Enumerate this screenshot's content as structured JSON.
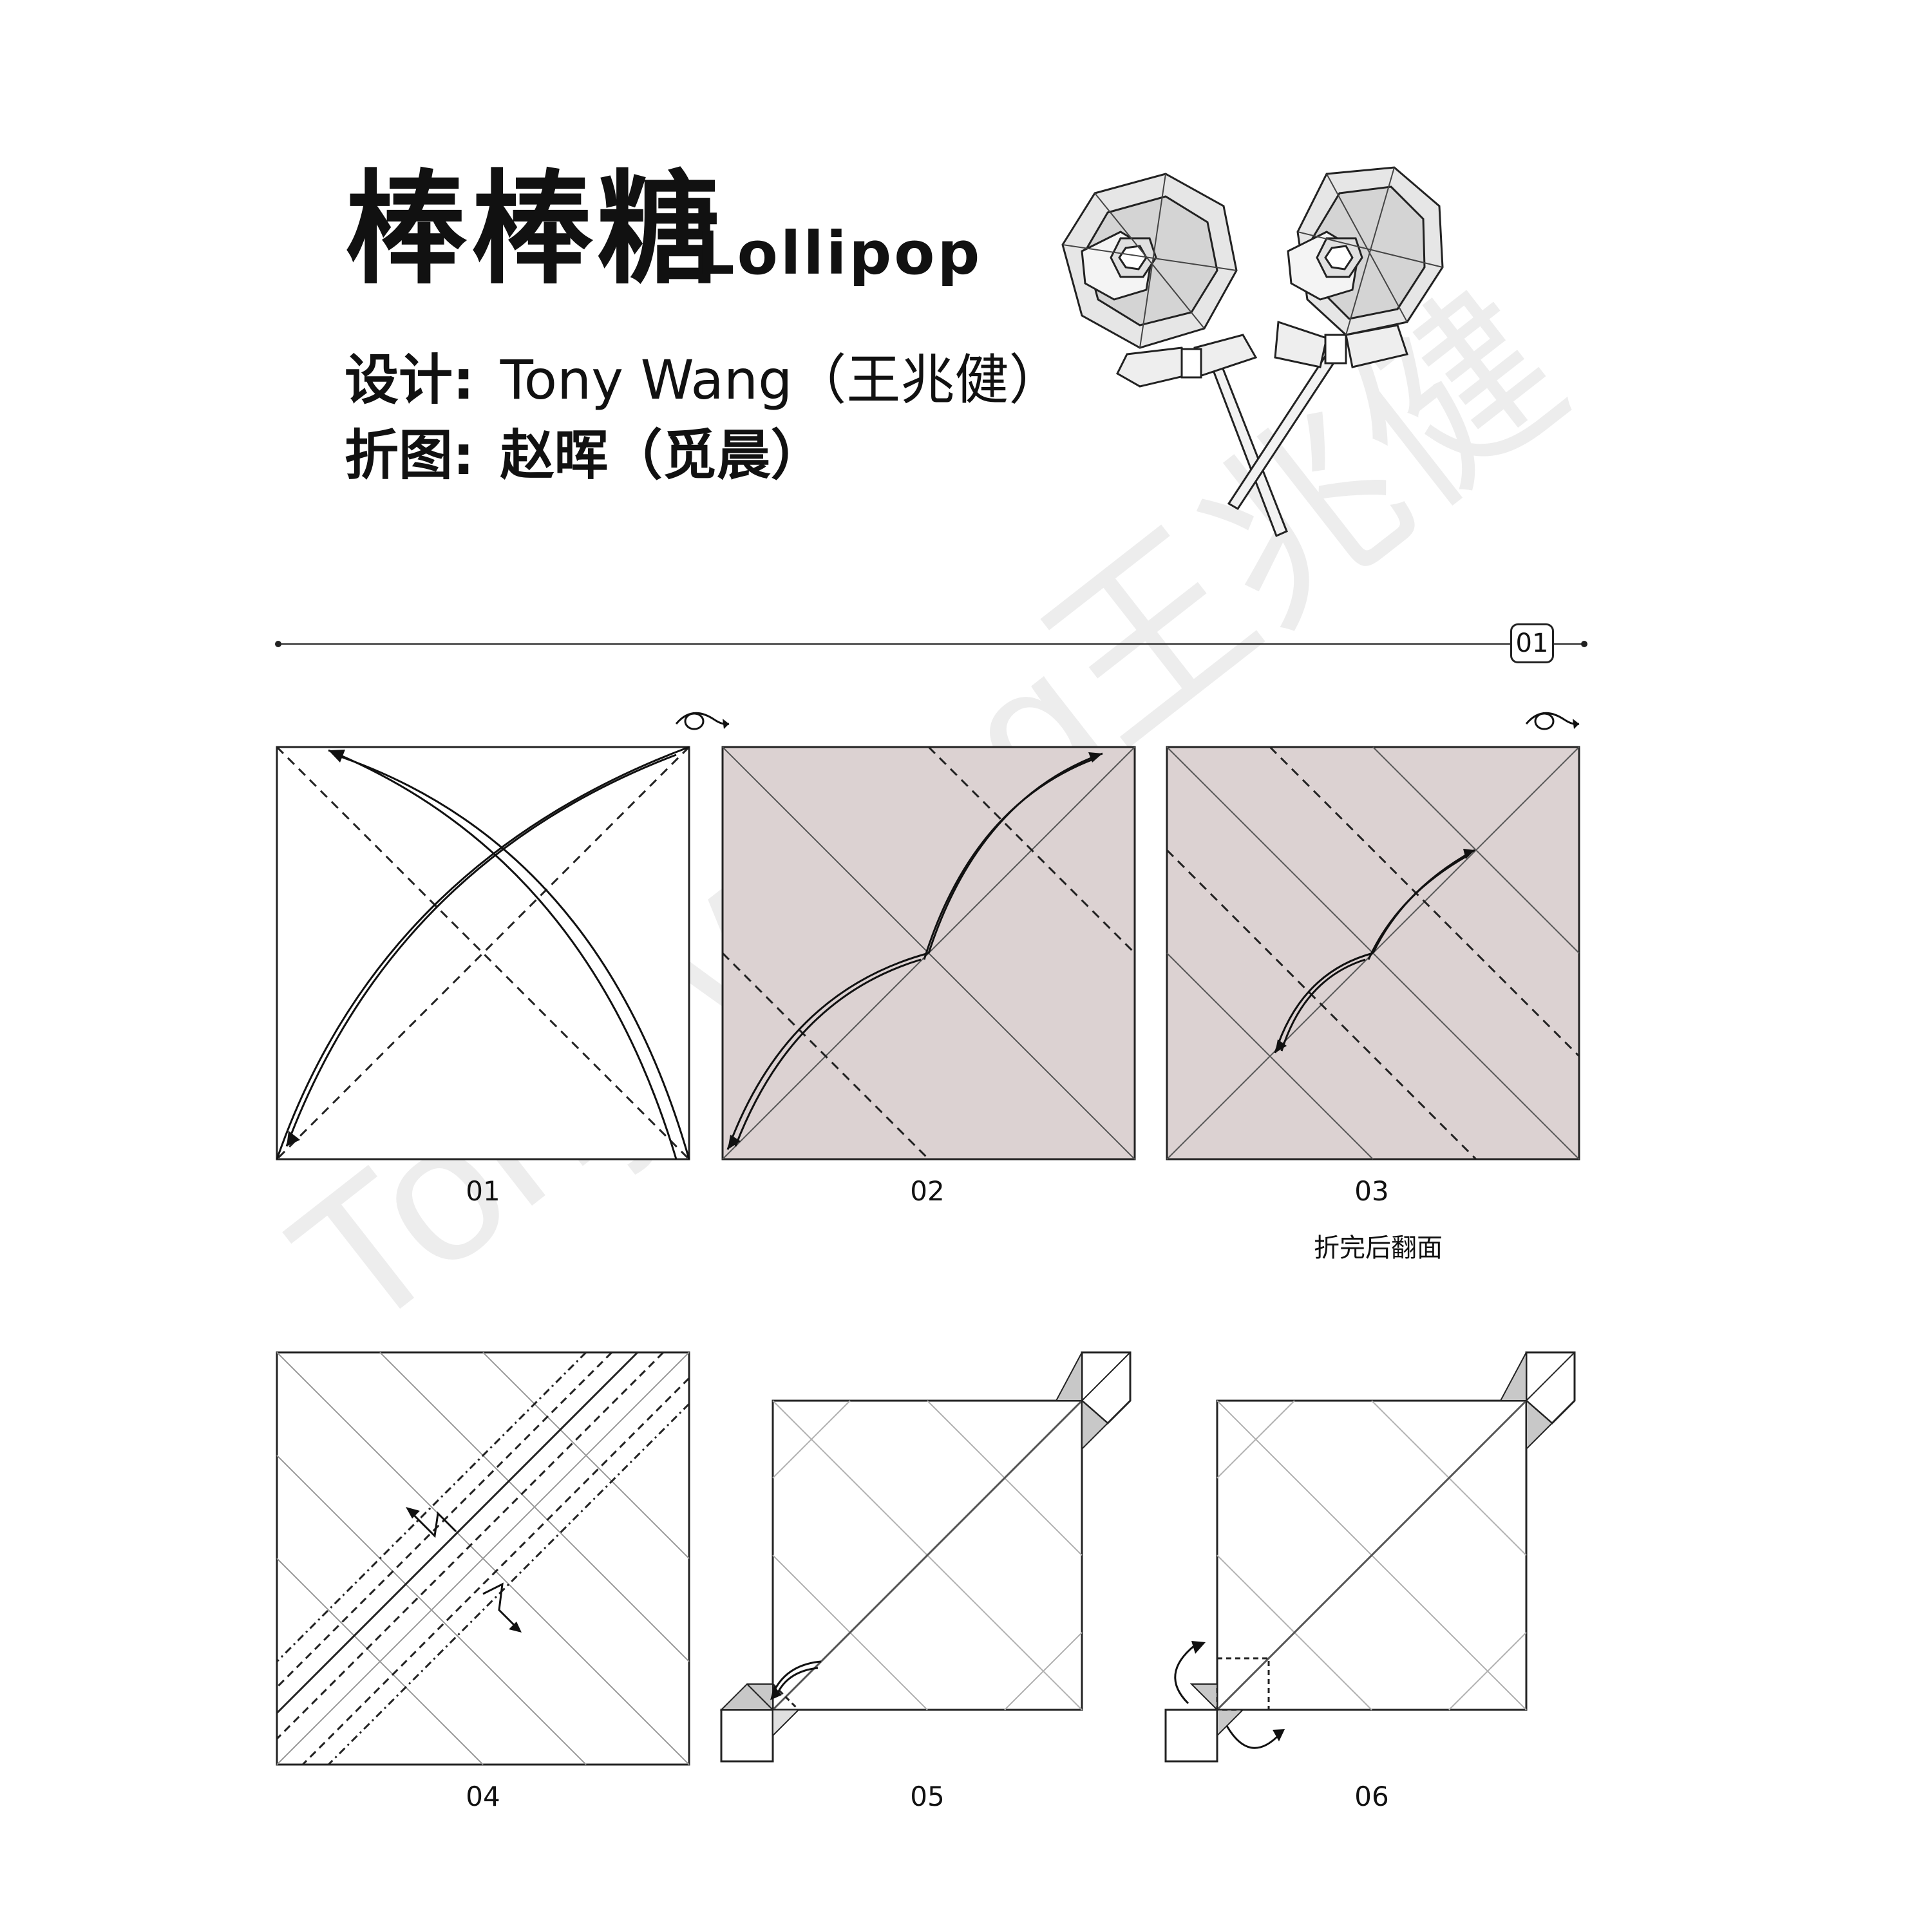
{
  "title": {
    "zh": "棒棒糖",
    "en": "Lollipop"
  },
  "credits": {
    "design_label": "设计:",
    "design_value": "Tony Wang（王兆健）",
    "diagram_label": "折图:",
    "diagram_value": "赵晖（觅晨）"
  },
  "page_number": "01",
  "steps": [
    {
      "label": "01"
    },
    {
      "label": "02"
    },
    {
      "label": "03"
    },
    {
      "label": "04"
    },
    {
      "label": "05"
    },
    {
      "label": "06"
    }
  ],
  "note": "折完后翻面",
  "watermark": "Tony Wang王兆健",
  "colors": {
    "paper_back": "#dcd2d2",
    "line": "#222222",
    "crease": "#9a9a9a",
    "shade": "#c8c8c8"
  },
  "icons": [
    "lollipop-illustration",
    "turn-over-icon",
    "fold-arrow-icon",
    "pleat-arrow-icon",
    "rotate-arrow-icon"
  ]
}
